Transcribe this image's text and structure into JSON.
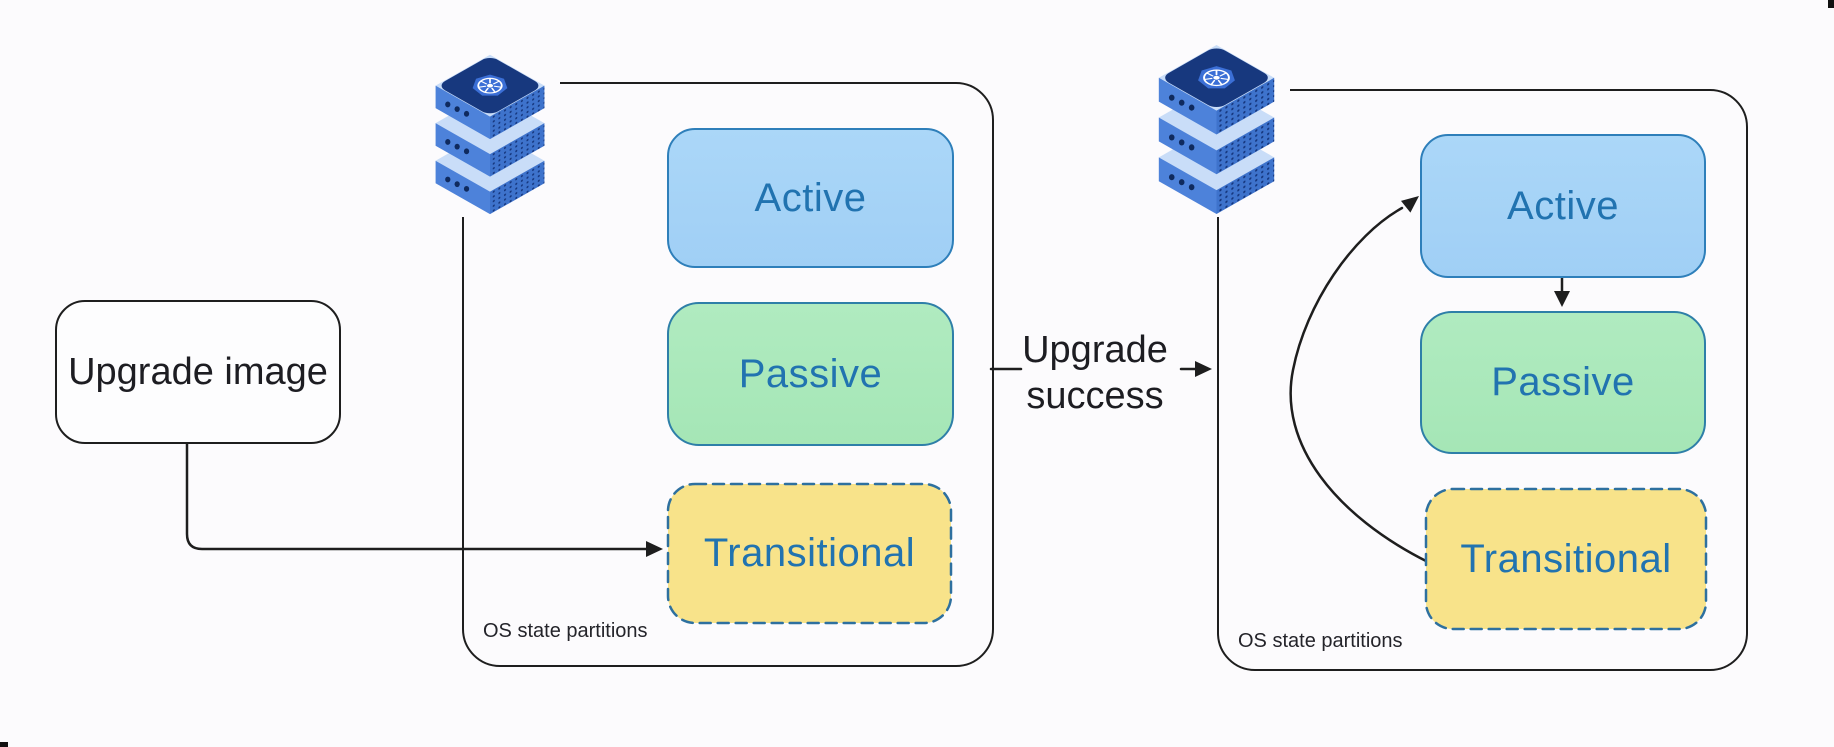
{
  "diagram": {
    "background_color": "#fcfbfd",
    "connector_color": "#1e1e1e",
    "upgrade_image_box": {
      "label": "Upgrade image"
    },
    "left_node": {
      "icon": "kubernetes-server-stack",
      "caption": "OS state partitions",
      "states": [
        {
          "label": "Active",
          "fill": "#a7d4f7",
          "border_color": "#2e7fba",
          "text_color": "#2173b0",
          "border_style": "solid"
        },
        {
          "label": "Passive",
          "fill": "#aae8bb",
          "border_color": "#2e7fa8",
          "text_color": "#2173b0",
          "border_style": "solid"
        },
        {
          "label": "Transitional",
          "fill": "#f8e38a",
          "border_color": "#2e709f",
          "text_color": "#2173b0",
          "border_style": "dashed"
        }
      ]
    },
    "right_node": {
      "icon": "kubernetes-server-stack",
      "caption": "OS state partitions",
      "states": [
        {
          "label": "Active",
          "fill": "#a7d4f7",
          "border_color": "#2e7fba",
          "text_color": "#2173b0",
          "border_style": "solid"
        },
        {
          "label": "Passive",
          "fill": "#aae8bb",
          "border_color": "#2e7fa8",
          "text_color": "#2173b0",
          "border_style": "solid"
        },
        {
          "label": "Transitional",
          "fill": "#f8e38a",
          "border_color": "#2e709f",
          "text_color": "#2173b0",
          "border_style": "dashed"
        }
      ]
    },
    "arrows": [
      {
        "from": "upgrade-image-box",
        "to": "left-transitional",
        "label": ""
      },
      {
        "from": "left-node",
        "to": "right-node",
        "label": "Upgrade success"
      },
      {
        "from": "right-active",
        "to": "right-passive",
        "label": ""
      },
      {
        "from": "right-transitional",
        "to": "right-active",
        "label": ""
      }
    ]
  }
}
